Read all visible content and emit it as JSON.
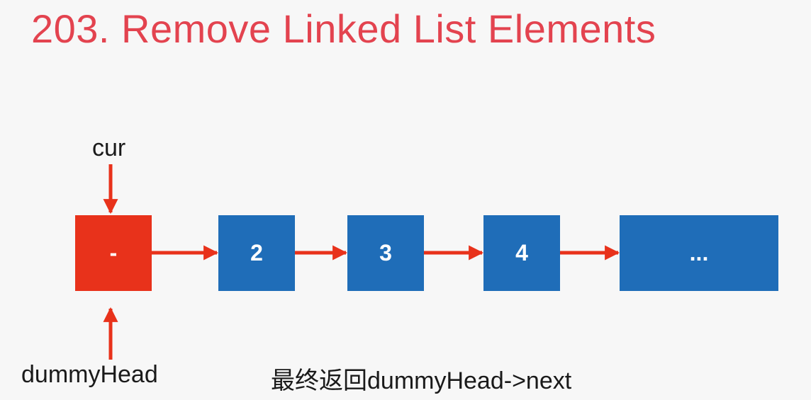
{
  "title": "203. Remove Linked List Elements",
  "nodes": [
    {
      "value": "-",
      "kind": "dummy"
    },
    {
      "value": "2",
      "kind": "normal"
    },
    {
      "value": "3",
      "kind": "normal"
    },
    {
      "value": "4",
      "kind": "normal"
    },
    {
      "value": "...",
      "kind": "normal"
    }
  ],
  "labels": {
    "cur": "cur",
    "dummy_head": "dummyHead",
    "result_note": "最终返回dummyHead->next"
  },
  "colors": {
    "title": "#e3434f",
    "dummy_node": "#e8321b",
    "normal_node": "#1f6db8",
    "arrow": "#e8321b"
  }
}
